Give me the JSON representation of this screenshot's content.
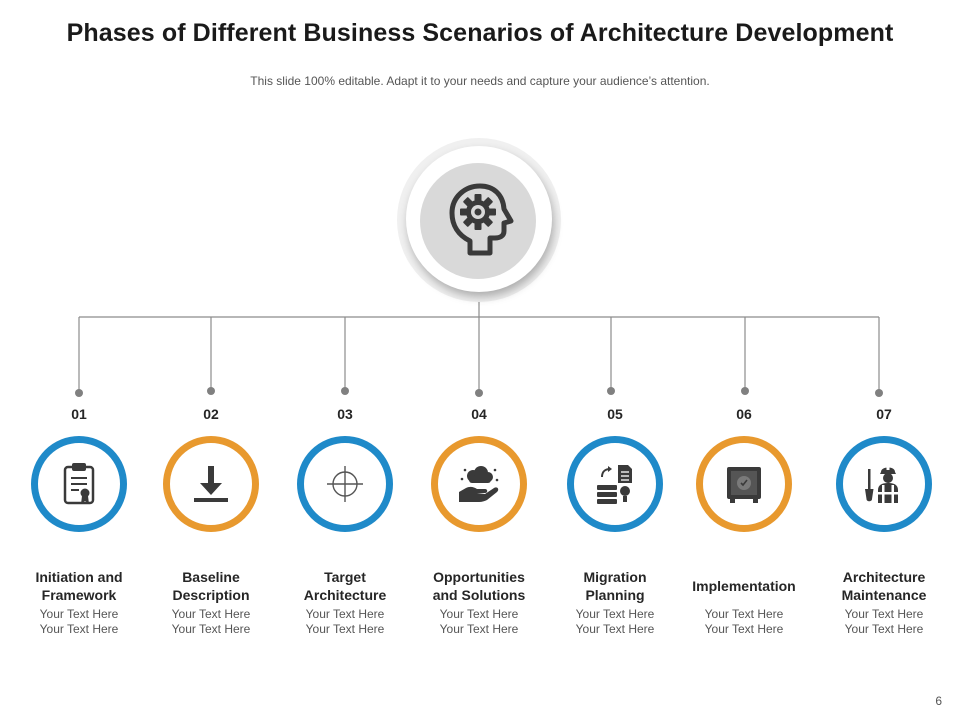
{
  "slide": {
    "title": "Phases of Different Business Scenarios of Architecture Development",
    "subtitle": "This slide 100% editable. Adapt it to your needs and capture your audience’s attention.",
    "page_number": "6",
    "colors": {
      "blue": "#1f8ac9",
      "orange": "#e8992e",
      "gray": "#d9d9d9",
      "icon": "#3a3a3a"
    },
    "center_icon": "head-gear-icon"
  },
  "phases": [
    {
      "number": "01",
      "label": "Initiation and\nFramework",
      "desc1": "Your Text Here",
      "desc2": "Your Text Here",
      "color": "blue",
      "icon": "clipboard-certificate-icon"
    },
    {
      "number": "02",
      "label": "Baseline\nDescription",
      "desc1": "Your Text Here",
      "desc2": "Your Text Here",
      "color": "orange",
      "icon": "download-arrow-icon"
    },
    {
      "number": "03",
      "label": "Target\nArchitecture",
      "desc1": "Your Text Here",
      "desc2": "Your Text Here",
      "color": "blue",
      "icon": "crosshair-target-icon"
    },
    {
      "number": "04",
      "label": "Opportunities\nand Solutions",
      "desc1": "Your Text Here",
      "desc2": "Your Text Here",
      "color": "orange",
      "icon": "hand-cloud-icon"
    },
    {
      "number": "05",
      "label": "Migration\nPlanning",
      "desc1": "Your Text Here",
      "desc2": "Your Text Here",
      "color": "blue",
      "icon": "server-document-icon"
    },
    {
      "number": "06",
      "label": "Implementation",
      "desc1": "Your Text Here",
      "desc2": "Your Text Here",
      "color": "orange",
      "icon": "safe-box-icon"
    },
    {
      "number": "07",
      "label": "Architecture\nMaintenance",
      "desc1": "Your Text Here",
      "desc2": "Your Text Here",
      "color": "blue",
      "icon": "engineer-tools-icon"
    }
  ]
}
